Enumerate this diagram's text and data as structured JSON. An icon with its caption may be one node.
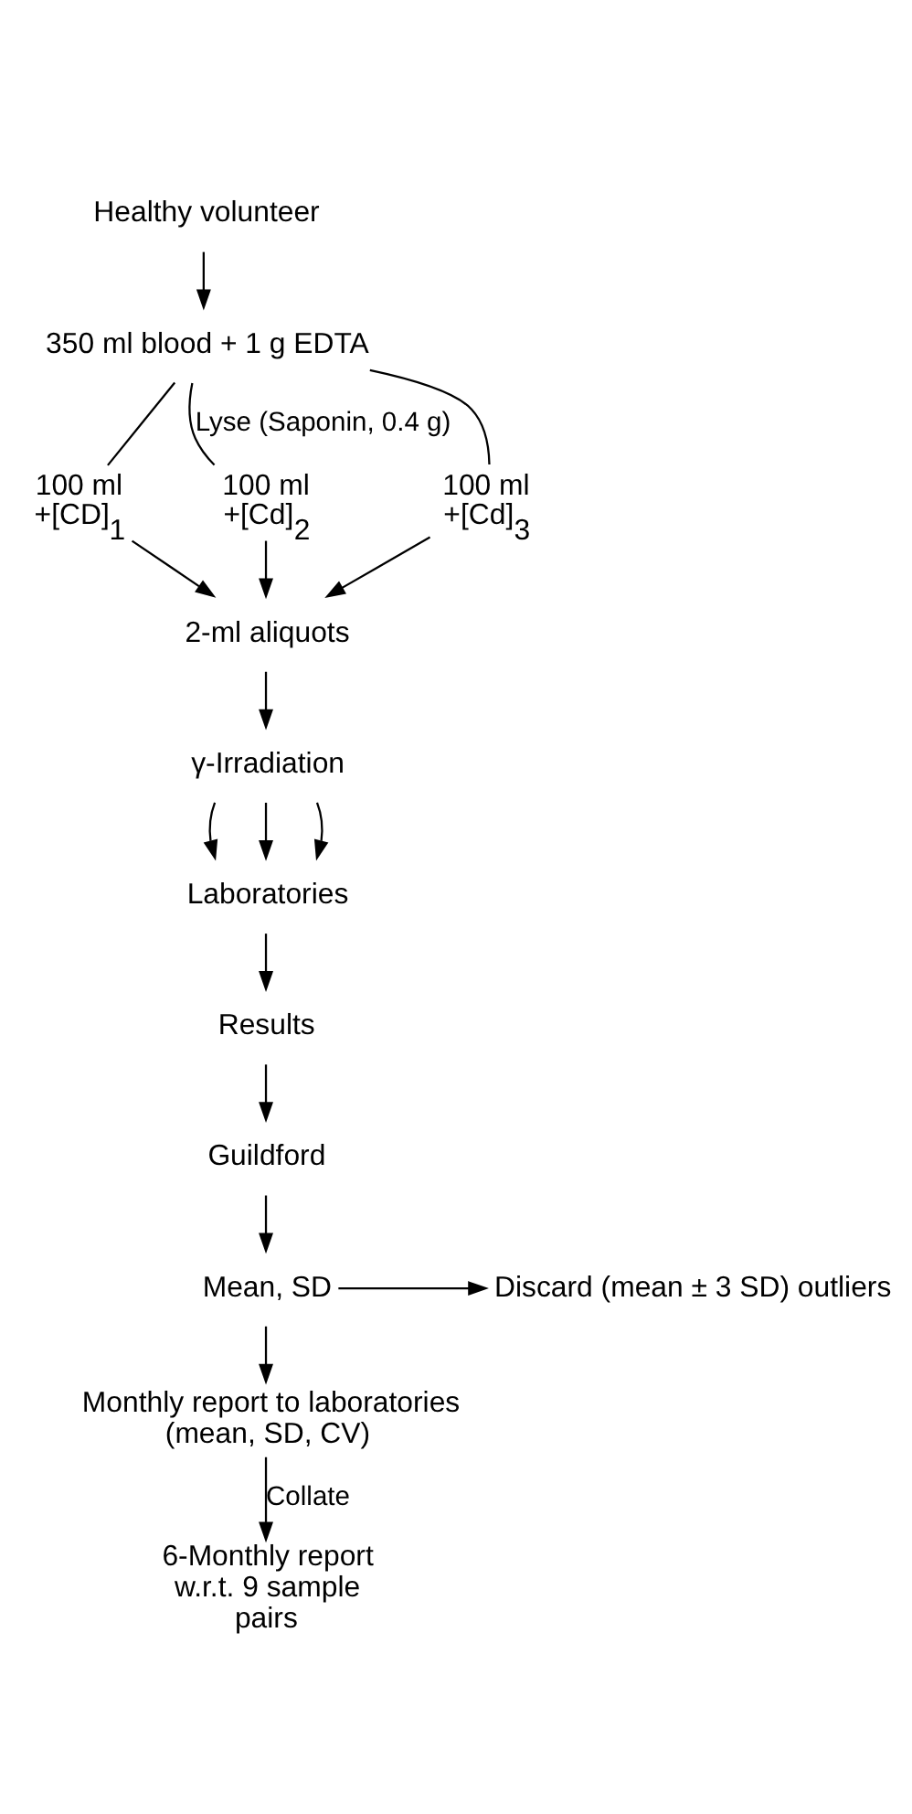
{
  "diagram": {
    "nodes": [
      {
        "text": [
          "Healthy volunteer"
        ]
      },
      {
        "text": [
          "350 ml blood + 1 g EDTA"
        ]
      },
      {
        "text": [
          "100 ml +[CD]$_{1}$"
        ]
      },
      {
        "text": [
          "100 ml +[Cd]$_{2}$"
        ]
      },
      {
        "text": [
          "100 ml +[Cd]$_{3}$"
        ]
      },
      {
        "text": [
          "2-ml aliquots"
        ]
      },
      {
        "text": [
          "γ-Irradiation"
        ]
      },
      {
        "text": [
          "Laboratories"
        ]
      },
      {
        "text": [
          "Results"
        ]
      },
      {
        "text": [
          "Guildford"
        ]
      },
      {
        "text": [
          "Mean, SD"
        ]
      },
      {
        "text": [
          "Discard (mean ± 3 SD) outliers"
        ]
      },
      {
        "text": [
          "Monthly report to laboratories (mean, SD, CV)"
        ]
      },
      {
        "text": [
          "6-Monthly report w.r.t. 9 sample pairs"
        ]
      }
    ],
    "edges": [
      {
        "from": 0,
        "to": 1,
        "arrow": "to"
      },
      {
        "from": 1,
        "to": 2,
        "arrow": "none"
      },
      {
        "from": 1,
        "to": 3,
        "arrow": "none",
        "label": "Lyse (Saponin, 0.4 g)"
      },
      {
        "from": 1,
        "to": 4,
        "arrow": "none"
      },
      {
        "from": 2,
        "to": 5,
        "arrow": "to"
      },
      {
        "from": 3,
        "to": 5,
        "arrow": "to"
      },
      {
        "from": 4,
        "to": 5,
        "arrow": "to"
      },
      {
        "from": 5,
        "to": 6,
        "arrow": "to"
      },
      {
        "from": 6,
        "to": 7,
        "arrow": "to"
      },
      {
        "from": 6,
        "to": 7,
        "arrow": "to"
      },
      {
        "from": 6,
        "to": 7,
        "arrow": "to"
      },
      {
        "from": 7,
        "to": 8,
        "arrow": "to"
      },
      {
        "from": 8,
        "to": 9,
        "arrow": "to"
      },
      {
        "from": 9,
        "to": 10,
        "arrow": "to"
      },
      {
        "from": 10,
        "to": 11,
        "arrow": "to"
      },
      {
        "from": 10,
        "to": 12,
        "arrow": "to"
      },
      {
        "from": 12,
        "to": 13,
        "arrow": "to",
        "label": "Collate"
      }
    ]
  }
}
